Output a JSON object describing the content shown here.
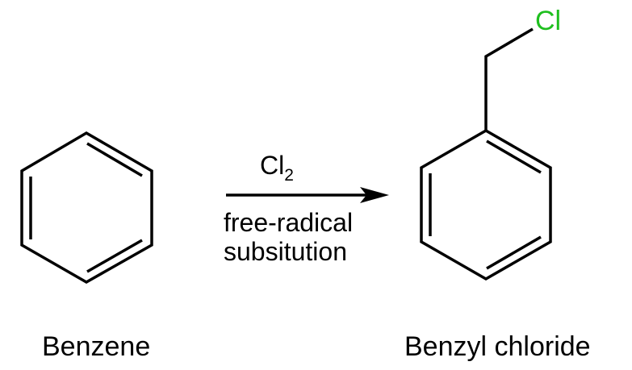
{
  "reactant": {
    "name": "Benzene"
  },
  "product": {
    "name": "Benzyl chloride",
    "substituent_atom": "Cl"
  },
  "reagent": {
    "formula_main": "Cl",
    "formula_subscript": "2"
  },
  "conditions": {
    "line1": "free-radical",
    "line2": "subsitution"
  },
  "colors": {
    "bond": "#000000",
    "chlorine": "#1fbf1f",
    "text": "#000000"
  }
}
